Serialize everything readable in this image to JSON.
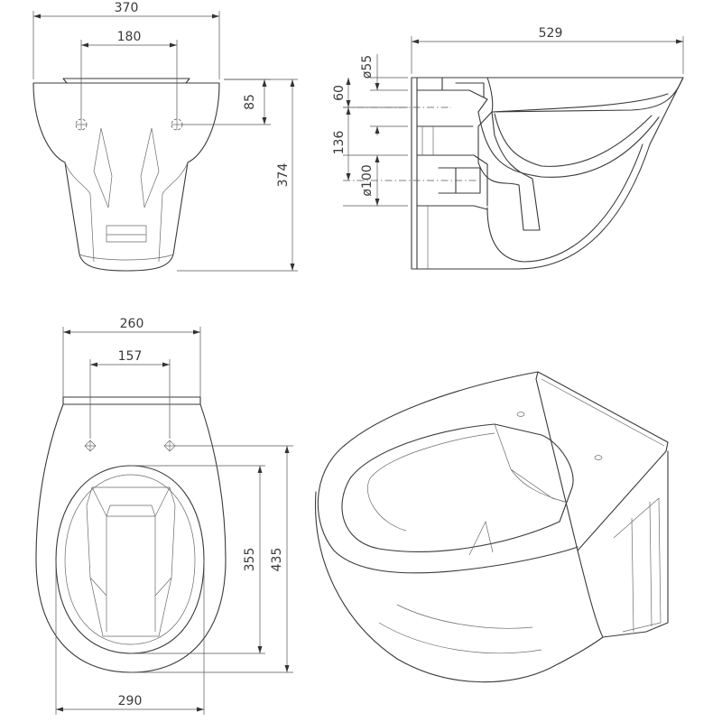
{
  "views": {
    "front": {
      "overall_width": "370",
      "hole_spacing": "180",
      "hole_offset": "85",
      "overall_height": "374"
    },
    "side": {
      "overall_length": "529",
      "inlet_diameter": "ø55",
      "inlet_drop": "60",
      "inlet_to_outlet": "136",
      "outlet_diameter": "ø100"
    },
    "top": {
      "back_width": "260",
      "hole_spacing": "157",
      "bowl_width": "290",
      "bowl_length": "355",
      "overall_depth": "435"
    }
  }
}
